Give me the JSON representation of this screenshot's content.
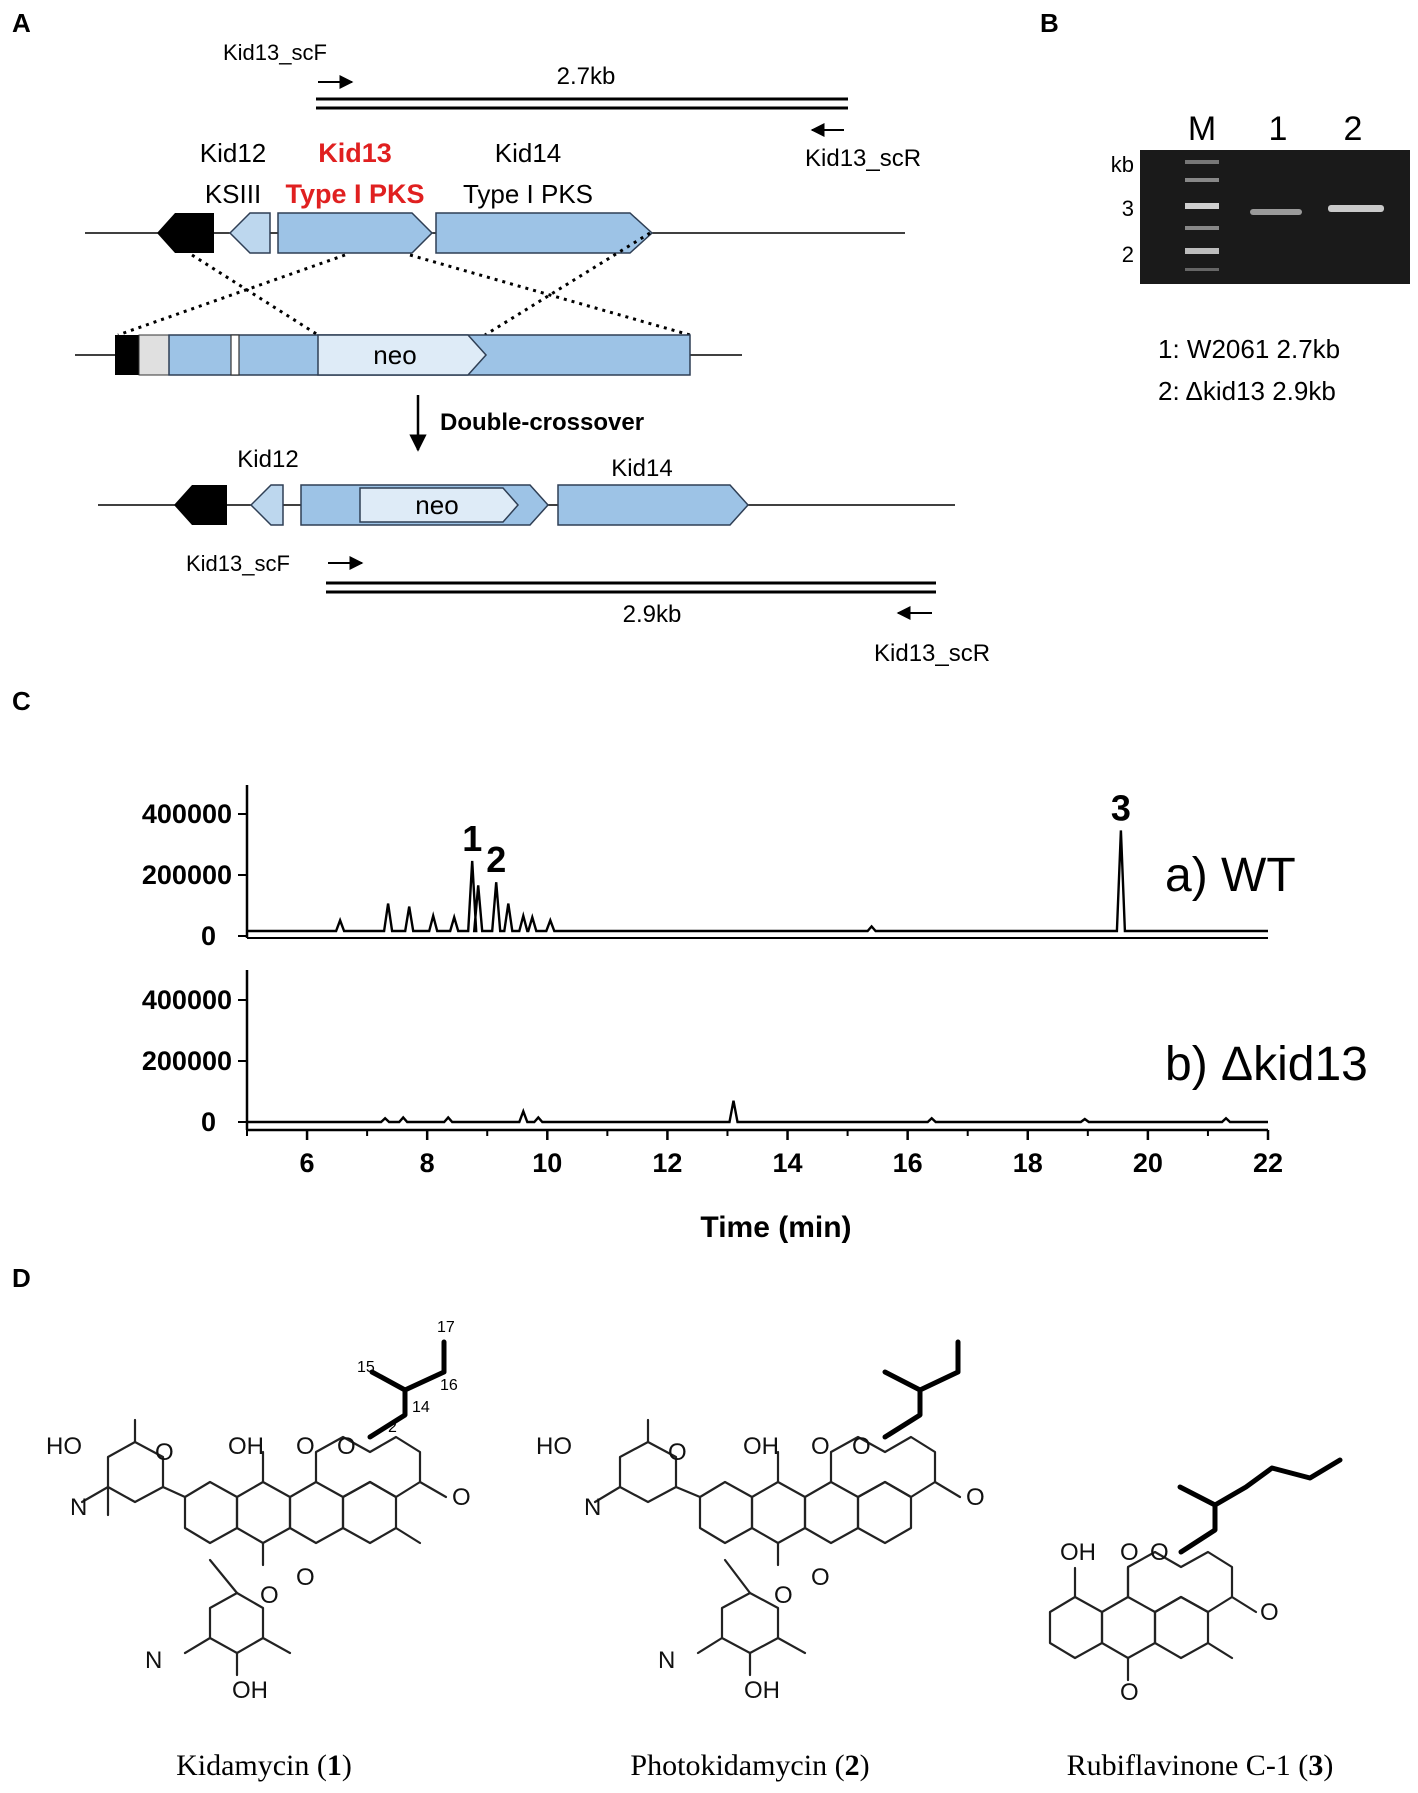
{
  "panels": {
    "a": "A",
    "b": "B",
    "c": "C",
    "d": "D"
  },
  "panel_a": {
    "primer_f": "Kid13_scF",
    "primer_r": "Kid13_scR",
    "wt_size": "2.7kb",
    "mut_size": "2.9kb",
    "kid12": "Kid12",
    "kid12_type": "KSIII",
    "kid13": "Kid13",
    "kid13_type": "Type I PKS",
    "kid14": "Kid14",
    "kid14_type": "Type I PKS",
    "neo": "neo",
    "step": "Double-crossover",
    "accent_color": "#e02020",
    "gene_color": "#9dc3e6"
  },
  "panel_b": {
    "lanes": [
      "M",
      "1",
      "2"
    ],
    "kb_unit": "kb",
    "markers": [
      "3",
      "2"
    ],
    "legend": [
      "1: W2061 2.7kb",
      "2: Δkid13 2.9kb"
    ]
  },
  "chart_data": [
    {
      "type": "line",
      "series": [
        {
          "name": "a) WT"
        }
      ],
      "yticks": [
        "400000",
        "200000",
        "0"
      ],
      "ylim": [
        0,
        480000
      ],
      "xlim": [
        5,
        22
      ],
      "peaks": [
        {
          "x": 6.55,
          "y": 35000
        },
        {
          "x": 7.35,
          "y": 90000
        },
        {
          "x": 7.7,
          "y": 80000
        },
        {
          "x": 8.1,
          "y": 50000
        },
        {
          "x": 8.45,
          "y": 45000
        },
        {
          "x": 8.75,
          "y": 230000,
          "label": "1"
        },
        {
          "x": 8.85,
          "y": 150000
        },
        {
          "x": 9.15,
          "y": 160000,
          "label": "2"
        },
        {
          "x": 9.35,
          "y": 90000
        },
        {
          "x": 9.6,
          "y": 50000
        },
        {
          "x": 9.75,
          "y": 45000
        },
        {
          "x": 10.05,
          "y": 35000
        },
        {
          "x": 15.4,
          "y": 15000
        },
        {
          "x": 19.55,
          "y": 330000,
          "label": "3"
        }
      ]
    },
    {
      "type": "line",
      "series": [
        {
          "name": "b) Δkid13"
        }
      ],
      "yticks": [
        "400000",
        "200000",
        "0"
      ],
      "ylim": [
        0,
        480000
      ],
      "xlim": [
        5,
        22
      ],
      "xticks": [
        "6",
        "8",
        "10",
        "12",
        "14",
        "16",
        "18",
        "20",
        "22"
      ],
      "xlabel": "Time (min)",
      "peaks": [
        {
          "x": 7.3,
          "y": 12000
        },
        {
          "x": 7.6,
          "y": 15000
        },
        {
          "x": 8.35,
          "y": 15000
        },
        {
          "x": 9.6,
          "y": 35000
        },
        {
          "x": 9.85,
          "y": 15000
        },
        {
          "x": 13.1,
          "y": 70000
        },
        {
          "x": 16.4,
          "y": 12000
        },
        {
          "x": 18.95,
          "y": 10000
        },
        {
          "x": 21.3,
          "y": 12000
        }
      ]
    }
  ],
  "panel_d": {
    "compounds": [
      {
        "name": "Kidamycin (",
        "num": "1",
        "close": ")"
      },
      {
        "name": "Photokidamycin (",
        "num": "2",
        "close": ")"
      },
      {
        "name": "Rubiflavinone C-1 (",
        "num": "3",
        "close": ")"
      }
    ],
    "atoms": {
      "O": "O",
      "HO": "HO",
      "OH": "OH",
      "N": "N"
    },
    "positions": [
      "17",
      "15",
      "16",
      "14",
      "2"
    ]
  }
}
